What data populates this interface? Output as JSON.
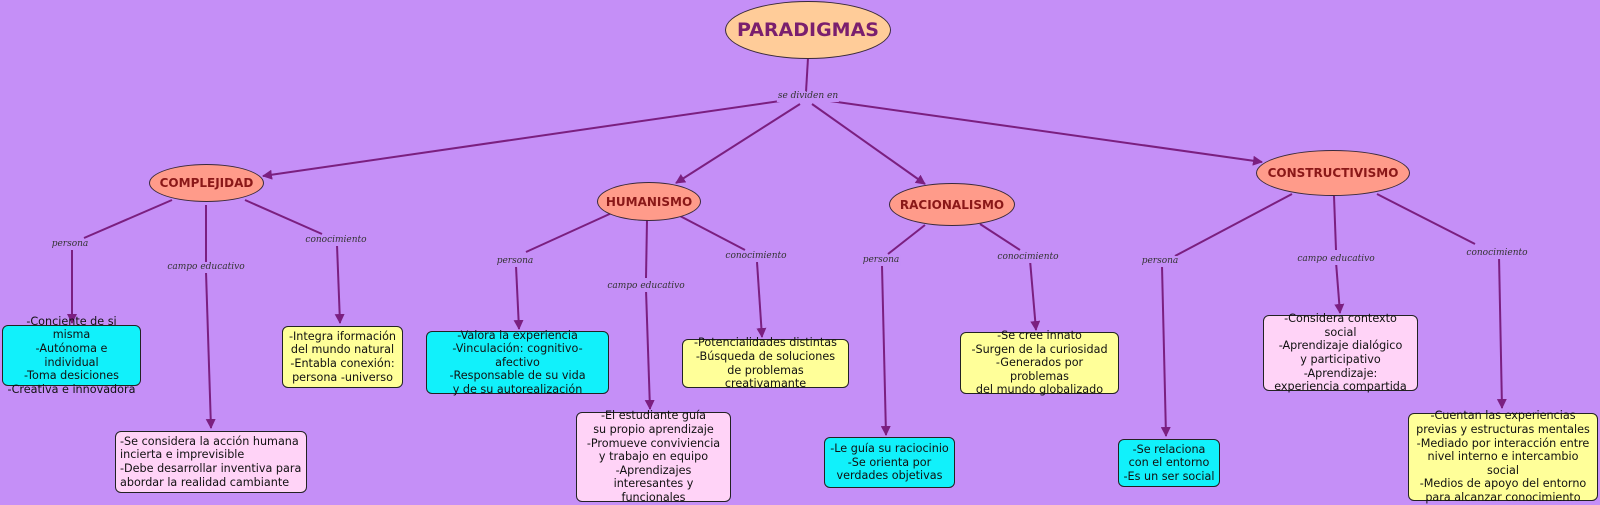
{
  "root": {
    "title": "PARADIGMAS",
    "link_label": "se dividen en"
  },
  "colors": {
    "background": "#c58ff7",
    "root_fill": "#ffcc99",
    "concept_fill": "#ff9b8a",
    "arrow": "#7b1f80",
    "cyan": "#11f1fb",
    "yellow": "#ffff99",
    "pink": "#ffd3f7"
  },
  "concepts": [
    {
      "title": "COMPLEJIDAD",
      "links": {
        "persona": "persona",
        "campo": "campo educativo",
        "conocimiento": "conocimiento"
      },
      "persona": "-Conciente de si misma\n-Autónoma e individual\n-Toma desiciones\n-Creativa e innovadora",
      "campo": "-Se considera la acción humana\nincierta e imprevisible\n-Debe desarrollar inventiva para\nabordar la realidad cambiante",
      "conocimiento": "-Integra iformación\ndel mundo natural\n-Entabla conexión:\npersona -universo"
    },
    {
      "title": "HUMANISMO",
      "links": {
        "persona": "persona",
        "campo": "campo educativo",
        "conocimiento": "conocimiento"
      },
      "persona": "-Valora la experiencia\n-Vinculación: cognitivo-afectivo\n-Responsable de su vida\ny de su autorealización",
      "campo": "-El estudiante guía\nsu propio aprendizaje\n-Promueve conviviencia\ny trabajo en equipo\n-Aprendizajes\ninteresantes y funcionales",
      "conocimiento": "-Potencialidades distintas\n-Búsqueda de soluciones\nde problemas creativamante"
    },
    {
      "title": "RACIONALISMO",
      "links": {
        "persona": "persona",
        "conocimiento": "conocimiento"
      },
      "persona": "-Le guía su raciocinio\n-Se orienta por\nverdades objetivas",
      "conocimiento": "-Se cree innato\n-Surgen de la curiosidad\n-Generados por problemas\ndel mundo globalizado"
    },
    {
      "title": "CONSTRUCTIVISMO",
      "links": {
        "persona": "persona",
        "campo": "campo educativo",
        "conocimiento": "conocimiento"
      },
      "persona": "-Se relaciona\ncon el entorno\n-Es un ser social",
      "campo": "-Considera contexto social\n-Aprendizaje dialógico\ny participativo\n-Aprendizaje:\nexperiencia compartida",
      "conocimiento": "-Cuentan las experiencias\nprevias y estructuras mentales\n-Mediado por interacción entre\nnivel interno e intercambio social\n-Medios de apoyo del entorno\npara alcanzar conocimiento"
    }
  ]
}
